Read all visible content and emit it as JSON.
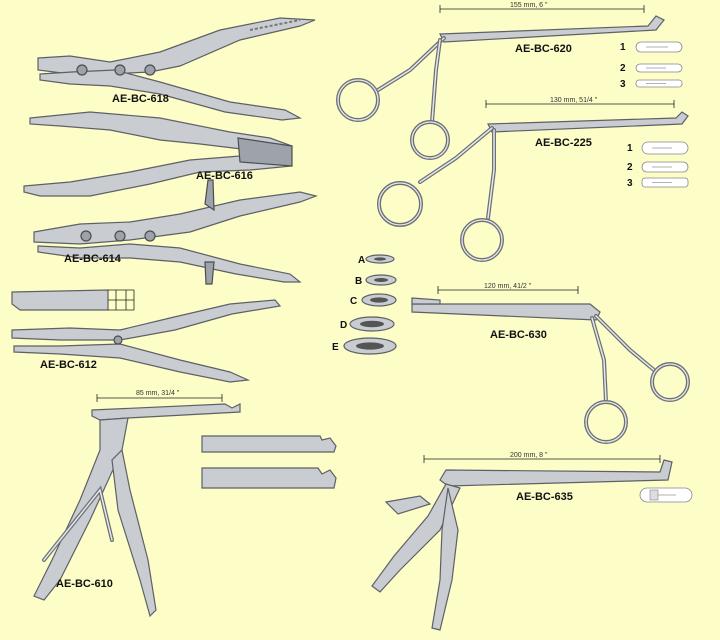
{
  "instruments": [
    {
      "code": "AE-BC-618"
    },
    {
      "code": "AE-BC-616"
    },
    {
      "code": "AE-BC-614"
    },
    {
      "code": "AE-BC-612"
    },
    {
      "code": "AE-BC-610",
      "length": "85 mm, 31/4 \""
    },
    {
      "code": "AE-BC-620",
      "length": "155 mm, 6 \""
    },
    {
      "code": "AE-BC-225",
      "length": "130 mm, 51/4 \""
    },
    {
      "code": "AE-BC-630",
      "length": "120 mm, 41/2 \""
    },
    {
      "code": "AE-BC-635",
      "length": "200 mm, 8 \""
    }
  ],
  "tip_options_620": [
    "1",
    "2",
    "3"
  ],
  "tip_options_225": [
    "1",
    "2",
    "3"
  ],
  "jaw_sizes": [
    "A",
    "B",
    "C",
    "D",
    "E"
  ],
  "colors": {
    "background": "#fdfdc8",
    "steel": "#c9ccd0",
    "outline": "#5d6166"
  }
}
